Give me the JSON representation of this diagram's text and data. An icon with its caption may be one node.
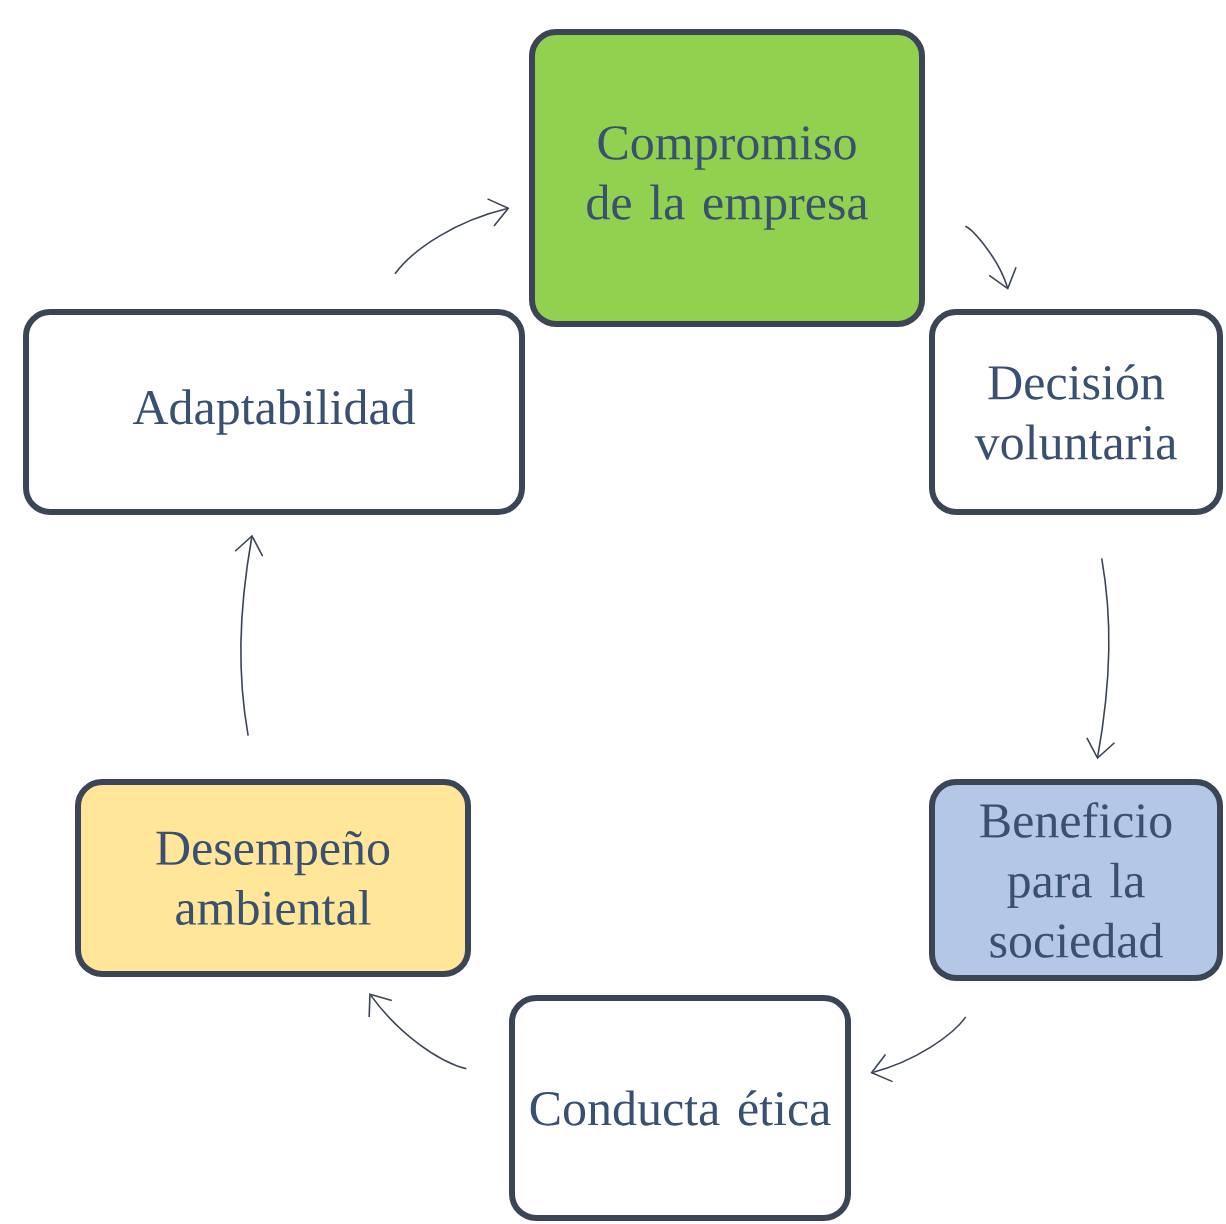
{
  "diagram": {
    "nodes": [
      {
        "text": [
          "Compromiso de la empresa"
        ]
      },
      {
        "text": [
          "Decisión voluntaria"
        ]
      },
      {
        "text": [
          "Beneficio para la sociedad"
        ]
      },
      {
        "text": [
          "Conducta ética"
        ]
      },
      {
        "text": [
          "Desempeño ambiental"
        ]
      },
      {
        "text": [
          "Adaptabilidad"
        ]
      }
    ],
    "edges": [
      {
        "from": 0,
        "to": 1,
        "arrow": "to"
      },
      {
        "from": 1,
        "to": 2,
        "arrow": "to"
      },
      {
        "from": 2,
        "to": 3,
        "arrow": "to"
      },
      {
        "from": 3,
        "to": 4,
        "arrow": "to"
      },
      {
        "from": 4,
        "to": 5,
        "arrow": "to"
      },
      {
        "from": 5,
        "to": 0,
        "arrow": "to"
      }
    ]
  }
}
